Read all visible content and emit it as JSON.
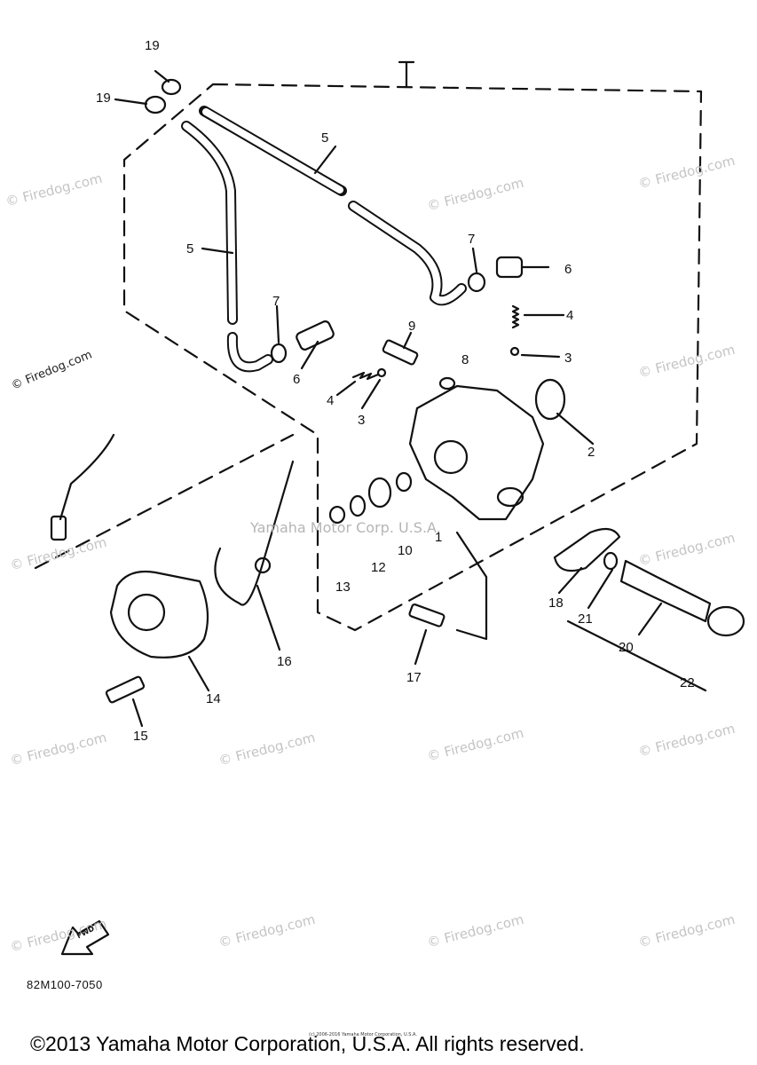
{
  "watermark": "© Firedog.com",
  "center_watermark": "Yamaha Motor Corp. U.S.A.",
  "callouts": [
    "1",
    "2",
    "3",
    "3",
    "4",
    "4",
    "5",
    "5",
    "6",
    "6",
    "7",
    "7",
    "8",
    "9",
    "10",
    "12",
    "13",
    "14",
    "15",
    "16",
    "17",
    "18",
    "19",
    "19",
    "20",
    "21",
    "22"
  ],
  "fwd_label": "FWD",
  "part_code": "82M100-7050",
  "tiny_copyright": "(c) 2006-2016 Yamaha Motor Corporation, U.S.A.",
  "copyright": "©2013 Yamaha Motor Corporation, U.S.A. All rights reserved.",
  "colors": {
    "ink": "#111111",
    "watermark": "#c4c4c4",
    "background": "#ffffff"
  }
}
